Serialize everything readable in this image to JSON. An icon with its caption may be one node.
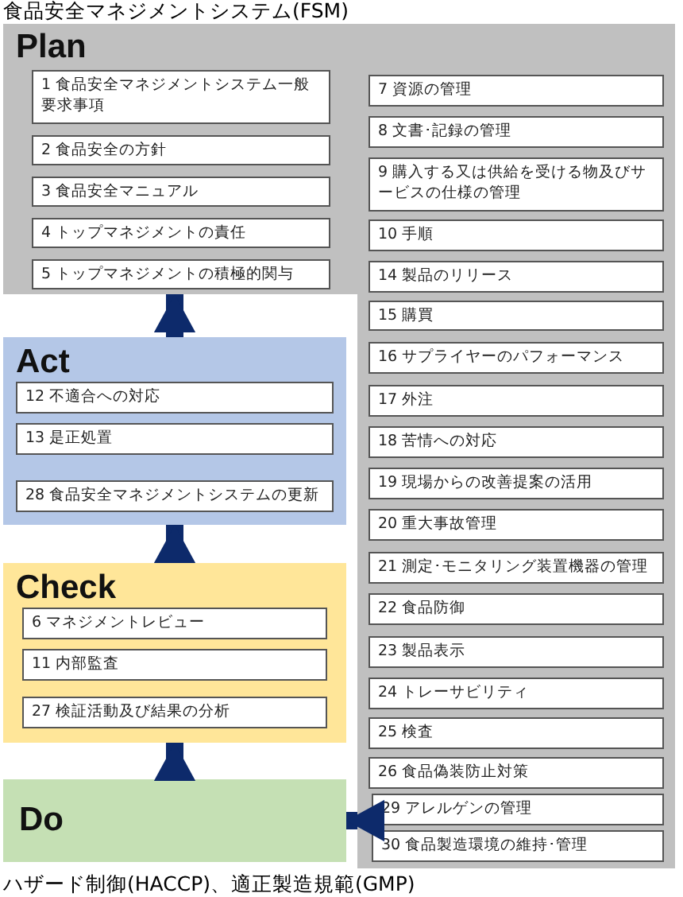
{
  "diagram": {
    "title": "食品安全マネジメントシステム(FSM)",
    "caption": "ハザード制御(HACCP)、適正製造規範(GMP)",
    "nodes": [
      {
        "text": [
          "Plan"
        ]
      },
      {
        "text": [
          "1 食品安全マネジメントシステム一般要求事項"
        ],
        "in": 0
      },
      {
        "text": [
          "2 食品安全の方針"
        ],
        "in": 0
      },
      {
        "text": [
          "3 食品安全マニュアル"
        ],
        "in": 0
      },
      {
        "text": [
          "4 トップマネジメントの責任"
        ],
        "in": 0
      },
      {
        "text": [
          "5 トップマネジメントの積極的関与"
        ],
        "in": 0
      },
      {
        "text": [
          "7 資源の管理"
        ],
        "in": 0
      },
      {
        "text": [
          "8 文書･記録の管理"
        ],
        "in": 0
      },
      {
        "text": [
          "9 購入する又は供給を受ける物及びサービスの仕様の管理"
        ],
        "in": 0
      },
      {
        "text": [
          "10 手順"
        ],
        "in": 0
      },
      {
        "text": [
          "14 製品のリリース"
        ],
        "in": 0
      },
      {
        "text": [
          "15 購買"
        ],
        "in": 0
      },
      {
        "text": [
          "16 サプライヤーのパフォーマンス"
        ],
        "in": 0
      },
      {
        "text": [
          "17 外注"
        ],
        "in": 0
      },
      {
        "text": [
          "18 苦情への対応"
        ],
        "in": 0
      },
      {
        "text": [
          "19 現場からの改善提案の活用"
        ],
        "in": 0
      },
      {
        "text": [
          "20 重大事故管理"
        ],
        "in": 0
      },
      {
        "text": [
          "21 測定･モニタリング装置機器の管理"
        ],
        "in": 0
      },
      {
        "text": [
          "22 食品防御"
        ],
        "in": 0
      },
      {
        "text": [
          "23 製品表示"
        ],
        "in": 0
      },
      {
        "text": [
          "24 トレーサビリティ"
        ],
        "in": 0
      },
      {
        "text": [
          "25 検査"
        ],
        "in": 0
      },
      {
        "text": [
          "26 食品偽装防止対策"
        ],
        "in": 0
      },
      {
        "text": [
          "29 アレルゲンの管理"
        ],
        "in": 0
      },
      {
        "text": [
          "30 食品製造環境の維持･管理"
        ],
        "in": 0
      },
      {
        "text": [
          "Act"
        ]
      },
      {
        "text": [
          "12 不適合への対応"
        ],
        "in": 25
      },
      {
        "text": [
          "13 是正処置"
        ],
        "in": 25
      },
      {
        "text": [
          "28 食品安全マネジメントシステムの更新"
        ],
        "in": 25
      },
      {
        "text": [
          "Check"
        ]
      },
      {
        "text": [
          "6 マネジメントレビュー"
        ],
        "in": 29
      },
      {
        "text": [
          "11 内部監査"
        ],
        "in": 29
      },
      {
        "text": [
          "27 検証活動及び結果の分析"
        ],
        "in": 29
      },
      {
        "text": [
          "Do"
        ]
      }
    ],
    "edges": [
      {
        "from": 25,
        "to": 0,
        "arrow": "to"
      },
      {
        "from": 29,
        "to": 25,
        "arrow": "to"
      },
      {
        "from": 33,
        "to": 29,
        "arrow": "to"
      },
      {
        "from": 0,
        "to": 33,
        "arrow": "to"
      }
    ]
  }
}
